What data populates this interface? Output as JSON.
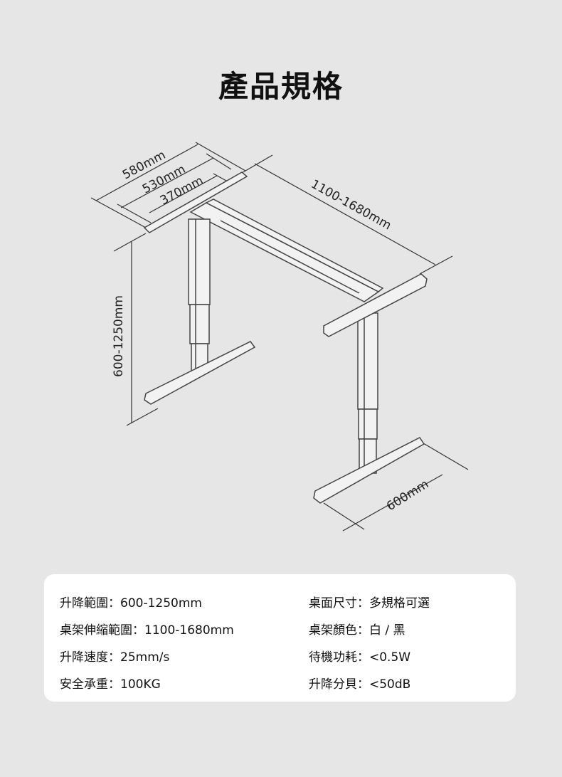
{
  "title": "產品規格",
  "dimensions": {
    "frame_width_outer": "580mm",
    "frame_width_mid": "530mm",
    "frame_width_inner": "370mm",
    "frame_length": "1100-1680mm",
    "height_range": "600-1250mm",
    "foot_length": "600mm"
  },
  "specs": [
    {
      "label": "升降範圍",
      "value": "600-1250mm",
      "text": "升降範圍：600-1250mm"
    },
    {
      "label": "桌面尺寸",
      "value": "多規格可選",
      "text": "桌面尺寸：多規格可選"
    },
    {
      "label": "桌架伸縮範圍",
      "value": "1100-1680mm",
      "text": "桌架伸縮範圍：1100-1680mm"
    },
    {
      "label": "桌架顏色",
      "value": "白 / 黑",
      "text": "桌架顏色：白 / 黑"
    },
    {
      "label": "升降速度",
      "value": "25mm/s",
      "text": "升降速度：25mm/s"
    },
    {
      "label": "待機功耗",
      "value": "<0.5W",
      "text": "待機功耗：<0.5W"
    },
    {
      "label": "安全承重",
      "value": "100KG",
      "text": "安全承重：100KG"
    },
    {
      "label": "升降分貝",
      "value": "<50dB",
      "text": "升降分貝：<50dB"
    }
  ]
}
